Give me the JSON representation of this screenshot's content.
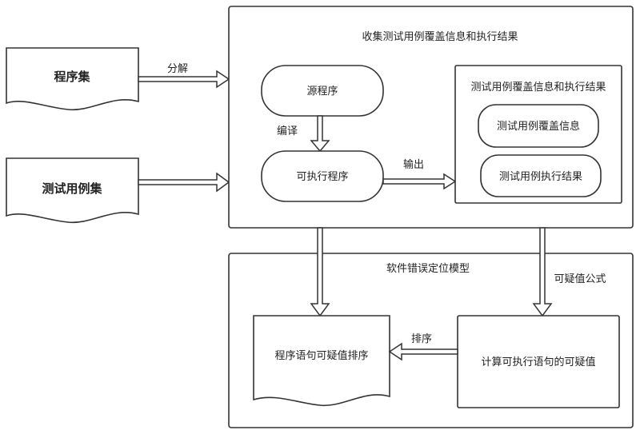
{
  "inputs": {
    "program_set": "程序集",
    "test_case_set": "测试用例集"
  },
  "edges": {
    "decompose": "分解",
    "compile": "编译",
    "output": "输出",
    "sort": "排序",
    "suspicion_formula": "可疑值公式"
  },
  "collect": {
    "title": "收集测试用例覆盖信息和执行结果",
    "source_program": "源程序",
    "executable_program": "可执行程序",
    "result_panel": {
      "title": "测试用例覆盖信息和执行结果",
      "coverage_info": "测试用例覆盖信息",
      "execution_result": "测试用例执行结果"
    }
  },
  "fault_model": {
    "title": "软件错误定位模型",
    "ranking_doc": "程序语句可疑值排序",
    "compute": "计算可执行语句的可疑值"
  }
}
